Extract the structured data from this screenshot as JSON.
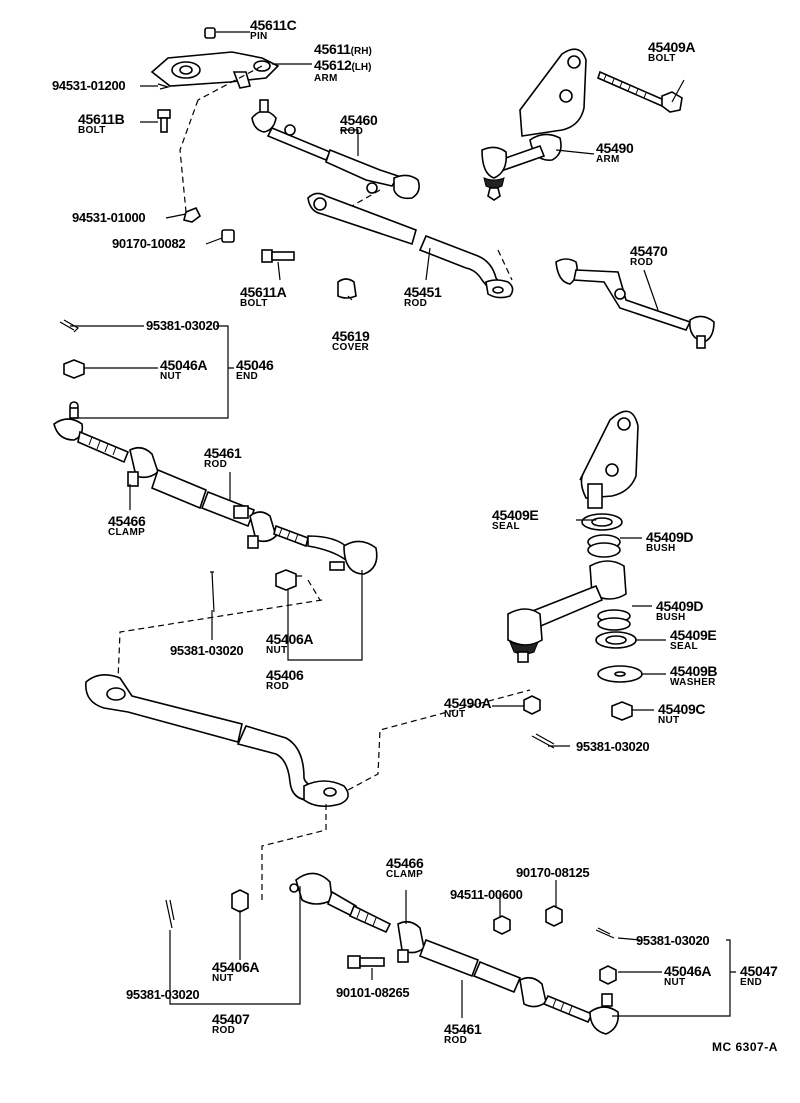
{
  "parts": [
    {
      "id": "p45611c",
      "number": "45611C",
      "name": "PIN"
    },
    {
      "id": "p45611",
      "number": "45611",
      "suffix": "(RH)"
    },
    {
      "id": "p45612",
      "number": "45612",
      "suffix": "(LH)",
      "name": "ARM"
    },
    {
      "id": "p94531a",
      "number": "94531-01200"
    },
    {
      "id": "p45611b",
      "number": "45611B",
      "name": "BOLT"
    },
    {
      "id": "p45460",
      "number": "45460",
      "name": "ROD"
    },
    {
      "id": "p45409a",
      "number": "45409A",
      "name": "BOLT"
    },
    {
      "id": "p45490",
      "number": "45490",
      "name": "ARM"
    },
    {
      "id": "p94531b",
      "number": "94531-01000"
    },
    {
      "id": "p90170a",
      "number": "90170-10082"
    },
    {
      "id": "p45611a",
      "number": "45611A",
      "name": "BOLT"
    },
    {
      "id": "p45451",
      "number": "45451",
      "name": "ROD"
    },
    {
      "id": "p45619",
      "number": "45619",
      "name": "COVER"
    },
    {
      "id": "p45470",
      "number": "45470",
      "name": "ROD"
    },
    {
      "id": "p95381a",
      "number": "95381-03020"
    },
    {
      "id": "p45046a",
      "number": "45046A",
      "name": "NUT"
    },
    {
      "id": "p45046",
      "number": "45046",
      "name": "END"
    },
    {
      "id": "p45461a",
      "number": "45461",
      "name": "ROD"
    },
    {
      "id": "p45466a",
      "number": "45466",
      "name": "CLAMP"
    },
    {
      "id": "p45409e1",
      "number": "45409E",
      "name": "SEAL"
    },
    {
      "id": "p45409d1",
      "number": "45409D",
      "name": "BUSH"
    },
    {
      "id": "p45409d2",
      "number": "45409D",
      "name": "BUSH"
    },
    {
      "id": "p45409e2",
      "number": "45409E",
      "name": "SEAL"
    },
    {
      "id": "p45409b",
      "number": "45409B",
      "name": "WASHER"
    },
    {
      "id": "p45409c",
      "number": "45409C",
      "name": "NUT"
    },
    {
      "id": "p95381b",
      "number": "95381-03020"
    },
    {
      "id": "p45406a1",
      "number": "45406A",
      "name": "NUT"
    },
    {
      "id": "p45406",
      "number": "45406",
      "name": "ROD"
    },
    {
      "id": "p45490a",
      "number": "45490A",
      "name": "NUT"
    },
    {
      "id": "p95381c",
      "number": "95381-03020"
    },
    {
      "id": "p45466b",
      "number": "45466",
      "name": "CLAMP"
    },
    {
      "id": "p90170b",
      "number": "90170-08125"
    },
    {
      "id": "p94511",
      "number": "94511-00600"
    },
    {
      "id": "p95381d",
      "number": "95381-03020"
    },
    {
      "id": "p45406a2",
      "number": "45406A",
      "name": "NUT"
    },
    {
      "id": "p45046a2",
      "number": "45046A",
      "name": "NUT"
    },
    {
      "id": "p45047",
      "number": "45047",
      "name": "END"
    },
    {
      "id": "p95381e",
      "number": "95381-03020"
    },
    {
      "id": "p90101",
      "number": "90101-08265"
    },
    {
      "id": "p45407",
      "number": "45407",
      "name": "ROD"
    },
    {
      "id": "p45461b",
      "number": "45461",
      "name": "ROD"
    }
  ],
  "figure_code": "MC 6307-A"
}
